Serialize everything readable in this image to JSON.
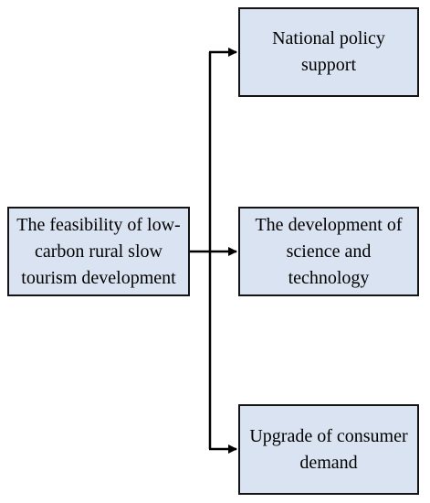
{
  "diagram": {
    "source": {
      "label": "The feasibility of low-carbon rural slow tourism development"
    },
    "targets": [
      {
        "label": "National policy support"
      },
      {
        "label": "The development of science and technology"
      },
      {
        "label": "Upgrade of consumer demand"
      }
    ]
  },
  "colors": {
    "box_fill": "#dae3f1",
    "box_border": "#141414",
    "connector": "#000000"
  }
}
